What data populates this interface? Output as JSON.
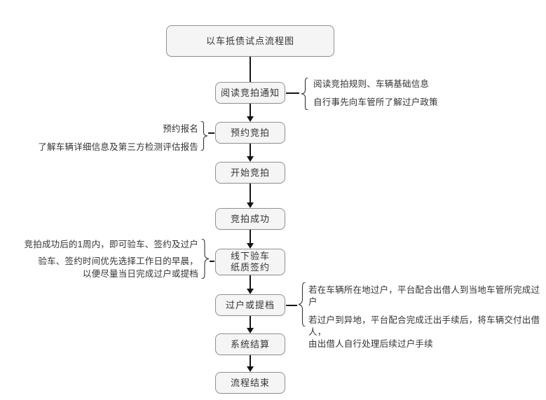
{
  "flowchart": {
    "title": "以车抵债试点流程图",
    "nodes": [
      {
        "id": "title",
        "label": "以车抵债试点流程图"
      },
      {
        "id": "read-notice",
        "label": "阅读竞拍通知"
      },
      {
        "id": "reserve",
        "label": "预约竞拍"
      },
      {
        "id": "start-bid",
        "label": "开始竞拍"
      },
      {
        "id": "bid-success",
        "label": "竞拍成功"
      },
      {
        "id": "inspect-sign",
        "label_lines": [
          "线下验车",
          "纸质签约"
        ]
      },
      {
        "id": "transfer",
        "label": "过户或提档"
      },
      {
        "id": "settlement",
        "label": "系统结算"
      },
      {
        "id": "end",
        "label": "流程结束"
      }
    ],
    "annotations": [
      {
        "id": "read-notice-note",
        "side": "right",
        "lines": [
          "阅读竞拍规则、车辆基础信息",
          "自行事先向车管所了解过户政策"
        ]
      },
      {
        "id": "reserve-note",
        "side": "left",
        "lines": [
          "预约报名",
          "了解车辆详细信息及第三方检测评估报告"
        ]
      },
      {
        "id": "inspect-note",
        "side": "left",
        "lines": [
          "竞拍成功后的1周内，即可验车、签约及过户",
          "验车、签约时间优先选择工作日的早晨，",
          "以便尽量当日完成过户或提档"
        ]
      },
      {
        "id": "transfer-note",
        "side": "right",
        "lines": [
          "若在车辆所在地过户，平台配合出借人到当地车管所完成过户",
          "若过户到异地，平台配合完成迁出手续后，将车辆交付出借人，",
          "由出借人自行处理后续过户手续"
        ]
      }
    ],
    "colors": {
      "background": "#ffffff",
      "box_fill": "#f5f5f5",
      "box_border": "#919191",
      "text": "#333333",
      "line": "#151515"
    }
  }
}
